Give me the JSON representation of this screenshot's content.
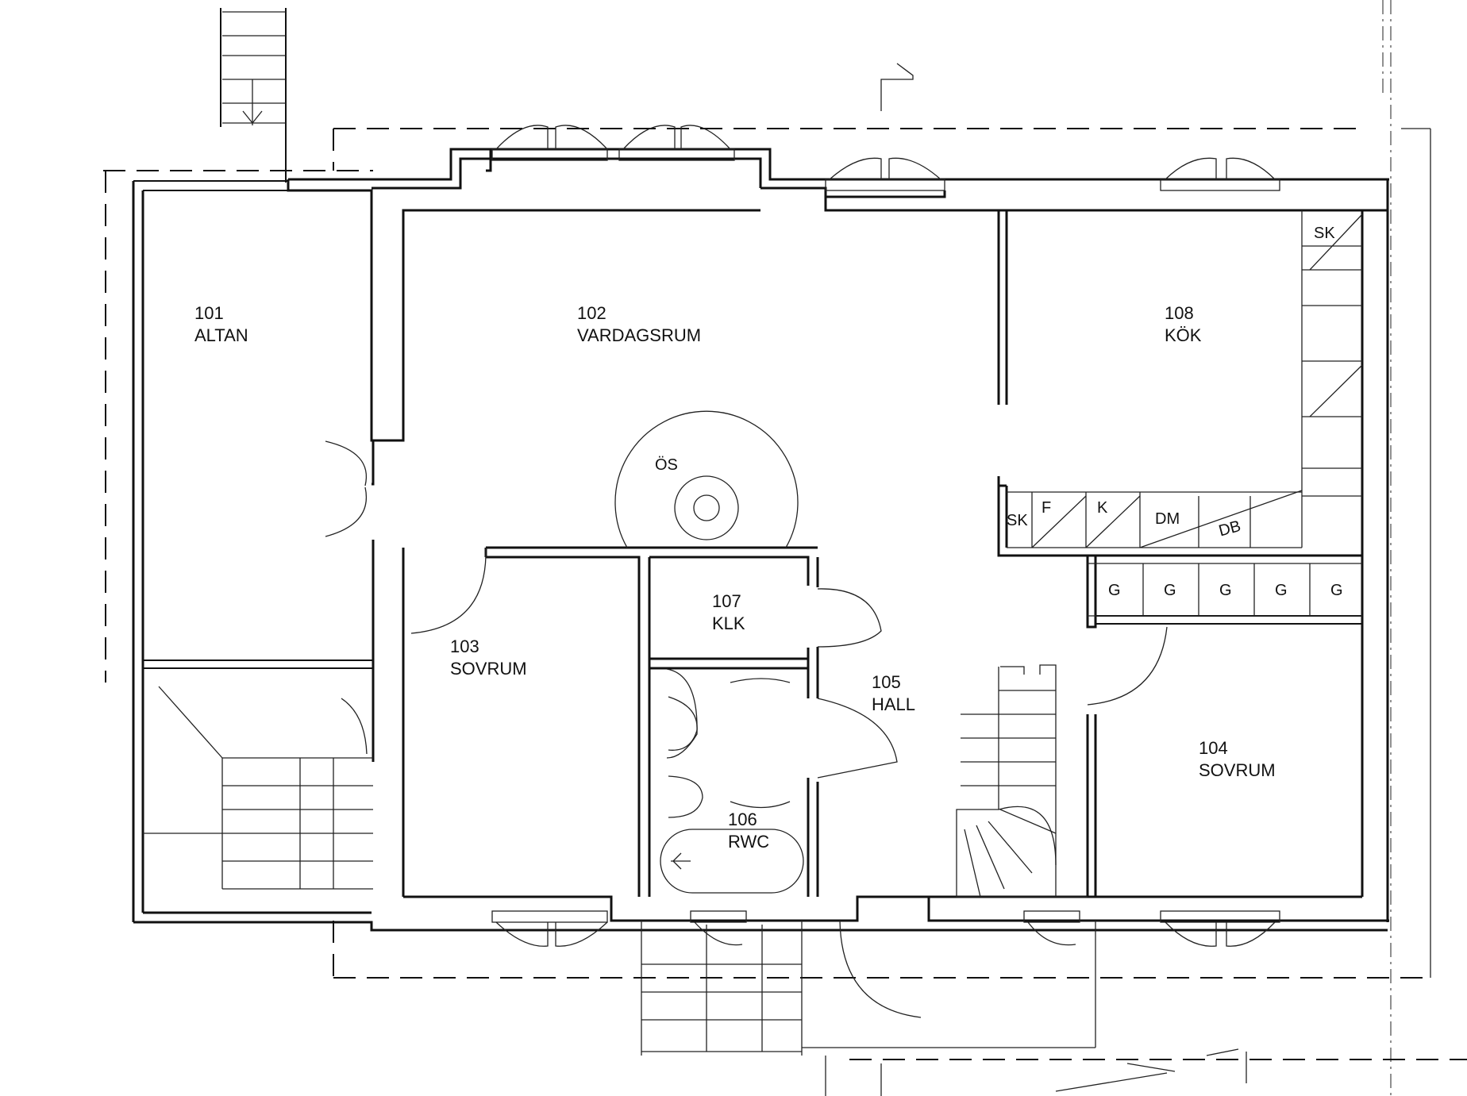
{
  "rooms": [
    {
      "key": "r101",
      "number": "101",
      "name": "ALTAN"
    },
    {
      "key": "r102",
      "number": "102",
      "name": "VARDAGSRUM"
    },
    {
      "key": "r103",
      "number": "103",
      "name": "SOVRUM"
    },
    {
      "key": "r104",
      "number": "104",
      "name": "SOVRUM"
    },
    {
      "key": "r105",
      "number": "105",
      "name": "HALL"
    },
    {
      "key": "r106",
      "number": "106",
      "name": "RWC"
    },
    {
      "key": "r107",
      "number": "107",
      "name": "KLK"
    },
    {
      "key": "r108",
      "number": "108",
      "name": "KÖK"
    }
  ],
  "fixtures": {
    "sk_top": "SK",
    "sk_bottom": "SK",
    "f": "F",
    "k": "K",
    "dm": "DM",
    "db": "DB",
    "os": "ÖS",
    "g": [
      "G",
      "G",
      "G",
      "G",
      "G"
    ]
  },
  "colors": {
    "line": "#111111",
    "background": "#ffffff"
  }
}
